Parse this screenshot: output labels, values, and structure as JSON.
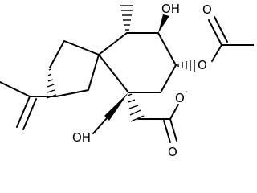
{
  "molecule": {
    "atom_labels": {
      "hydroxyl_top": "OH",
      "ester_oxygen": "O",
      "carbonyl_oxygen_acetyl": "O",
      "hydroxymethyl": "OH",
      "carboxylate_oxygen_single": "O",
      "carboxylate_charge": "-",
      "carboxylate_oxygen_double": "O"
    }
  }
}
